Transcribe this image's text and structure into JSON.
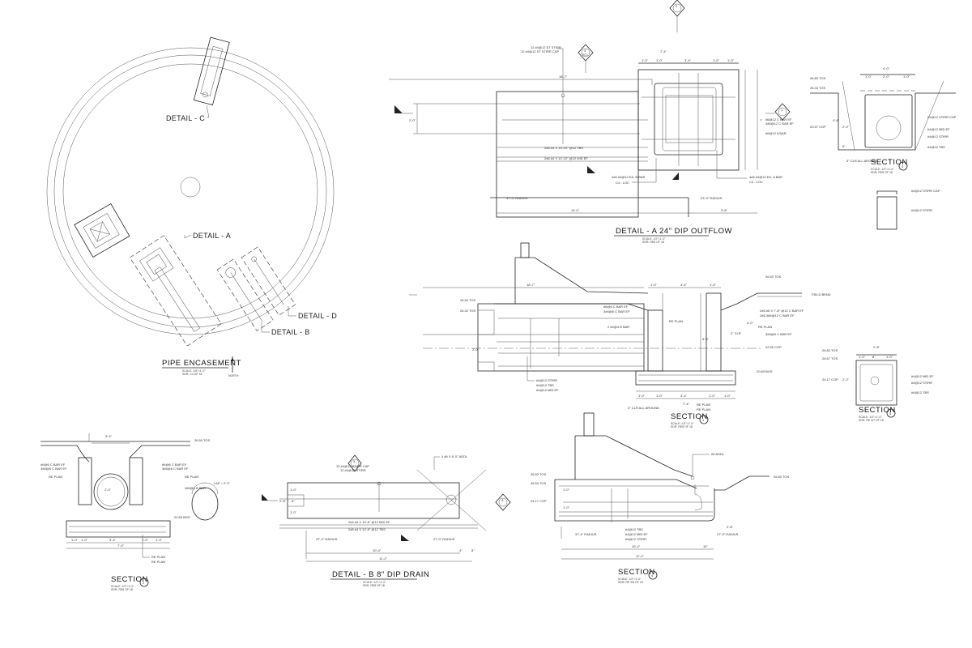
{
  "colors": {
    "line": "#222222",
    "background": "#ffffff"
  },
  "plan": {
    "title": "PIPE ENCASEMENT",
    "scale": "SCALE: 1/8\"=1'-0\"",
    "ref": "SDR: C4 OF 18",
    "north": "NORTH",
    "detail_c": "DETAIL - C",
    "detail_a": "DETAIL - A",
    "detail_b": "DETAIL - B",
    "detail_d": "DETAIL - D"
  },
  "detail_a": {
    "title": "DETAIL - A 24\" DIP OUTFLOW",
    "scale": "SCALE: 1/2\"=1'-0\"",
    "ref": "SDR: RE8 OF 18",
    "section_markers": [
      "3",
      "2",
      "1"
    ],
    "marker_ref": "RC1",
    "dims": [
      "7'-4\"",
      "1'-0\"",
      "1'-0\"",
      "3'-4\"",
      "1'-0\"",
      "1'-0\"",
      "18'-7\"",
      "2'-0\"",
      "14'-0\"",
      "3'-8\"",
      "7'"
    ],
    "radius_left": "37'-4\" RADIUS",
    "radius_right": "23'-4\" RADIUS",
    "notes": [
      "12 #4@12 ST STIRR",
      "12 #4@12 ST STIRR CAP",
      "2#6 #4 X 10'-10\" @12 TBS",
      "2#6 #4 X 10'-10\" @12 MID EF",
      "4#6 #4@12 EA. B BAR",
      "C4 - LOC",
      "#6@12 C BAR EF",
      "3#6@12 C BAR EF",
      "#6@12 A BAR",
      "4#6 #4@12 EA. A BAR",
      "C4 - LOC"
    ]
  },
  "section1": {
    "title": "SECTION",
    "number": "1",
    "scale": "SCALE: 1/2\"=1'-0\"",
    "ref": "SDR: RE8 OF 18",
    "dims": [
      "18'-7\"",
      "1'-0\"",
      "3'-4\"",
      "1'-0\"",
      "1'-0\"",
      "1'-0\"",
      "3'-4\"",
      "1'-0\"",
      "1'-0\"",
      "7'-4\"",
      "2'-0\"",
      "5'-8\"",
      "4'-0\""
    ],
    "elevations": [
      "26.50 TOS",
      "26.32 TOS",
      "26.50 TOS",
      "22.50 COP",
      "20.83 BOS"
    ],
    "notes": [
      "#6@6 C BAR EF",
      "3#6@6 C BAR EF",
      "RE PLAN",
      "2 #4@4 B BAR",
      "RE PLAN",
      "2\" CLR",
      "#4@12 STIRR",
      "#4@12 TBS",
      "#4@12 MID EF",
      "RE PLAN",
      "RE PLAN",
      "3\" CLR ALL AROUND",
      "FIELD BEND",
      "3#6@6 C BAR EF",
      "2#6 #6 X 7'-8\" @12 C BAR EF",
      "2#6 3#6@12 C BAR EF"
    ]
  },
  "section3": {
    "title": "SECTION",
    "number": "3",
    "scale": "SCALE: 1/2\"=1'-0\"",
    "ref": "SDR: RE8 OF 18",
    "dims": [
      "4'-0\"",
      "1'-0\"",
      "2'-0\"",
      "1'-0\"",
      "4'-6\"",
      "2'-0\"",
      "6\""
    ],
    "elevations": [
      "26.83 TOS",
      "26.33 TOS",
      "20.57 COP"
    ],
    "notes": [
      "#4@12 STIRR CAP",
      "#4@12 MID EF",
      "#4@12 STIRR",
      "#4@12 TBS",
      "3\" CLR ALL AROUND",
      "#4@12 STIRR CAP",
      "#4@12 STIRR"
    ]
  },
  "section5": {
    "title": "SECTION",
    "number": "5",
    "scale": "SCALE: 1/2\"=1'-0\"",
    "ref": "SDR: RE 3/7 OF 18",
    "dims": [
      "2'-8\"",
      "1'-0\"",
      "8\"",
      "1'-0\"",
      "2'-2\""
    ],
    "elevations": [
      "26.83 TOS",
      "26.67 TOS",
      "20.17 COP"
    ],
    "notes": [
      "#4@12 MID EF",
      "#4@12 STIRR",
      "#4@12 TBS"
    ]
  },
  "section2": {
    "title": "SECTION",
    "number": "2",
    "scale": "SCALE: 1/2\"=1'-0\"",
    "ref": "SDR: RE8 OF 18",
    "dims": [
      "3'-4\"",
      "1'-0\"",
      "1'-0\"",
      "3'-4\"",
      "1'-0\"",
      "1'-0\"",
      "7'-4\"",
      "2'-0\""
    ],
    "elevations": [
      "26.50 TOS",
      "20.83 BOS"
    ],
    "notes": [
      "#6@6 C BAR EF",
      "3#6@6 C BAR EF",
      "RE PLAN",
      "#6@6 C BAR EF",
      "3#6@6 C BAR EF",
      "RE PLAN",
      "3#6@6 B BAR",
      "LAP = 2'-0\"",
      "RE PLAN",
      "RE PLAN"
    ]
  },
  "detail_b": {
    "title": "DETAIL - B 8\" DIP DRAIN",
    "scale": "SCALE: 1/2\"=1'-0\"",
    "ref": "SDR: RE8 OF 18",
    "dims": [
      "2'-8\"",
      "1'-0\"",
      "8\"",
      "1'-0\"",
      "10'-4\"",
      "4\"",
      "8\"",
      "11'-2\""
    ],
    "radius_left": "37'-4\" RADIUS",
    "radius_right": "27'-0\" RADIUS",
    "notes": [
      "12 #4@12 STIRR CAP",
      "12 #4@12 STIRR",
      "4 #6 X 6'-0\" ADDL",
      "2#4 #4 X 10'-8\" @12 MID EF",
      "2#6 #4 X 10'-8\" @12 TBS"
    ],
    "section_markers": [
      "5",
      "4"
    ],
    "marker_ref": "RC1"
  },
  "section4": {
    "title": "SECTION",
    "number": "4",
    "scale": "SCALE: 1/2\"=1'-0\"",
    "ref": "SDR: RE 3/8 OF 18",
    "dims": [
      "10'-4\"",
      "10\"",
      "11'-2\"",
      "2'-8\"",
      "1'-0\"",
      "1'-0\""
    ],
    "radius_left": "37'-4\" RADIUS",
    "radius_right": "27'-0\" RADIUS",
    "elevations": [
      "26.83 TOS",
      "26.50 TOS",
      "24.17 COP",
      "26.50 TOS"
    ],
    "notes": [
      "#5 ADDL",
      "#4@12 TBS",
      "#4@12 MID EF",
      "#4@12 STIRR"
    ]
  }
}
